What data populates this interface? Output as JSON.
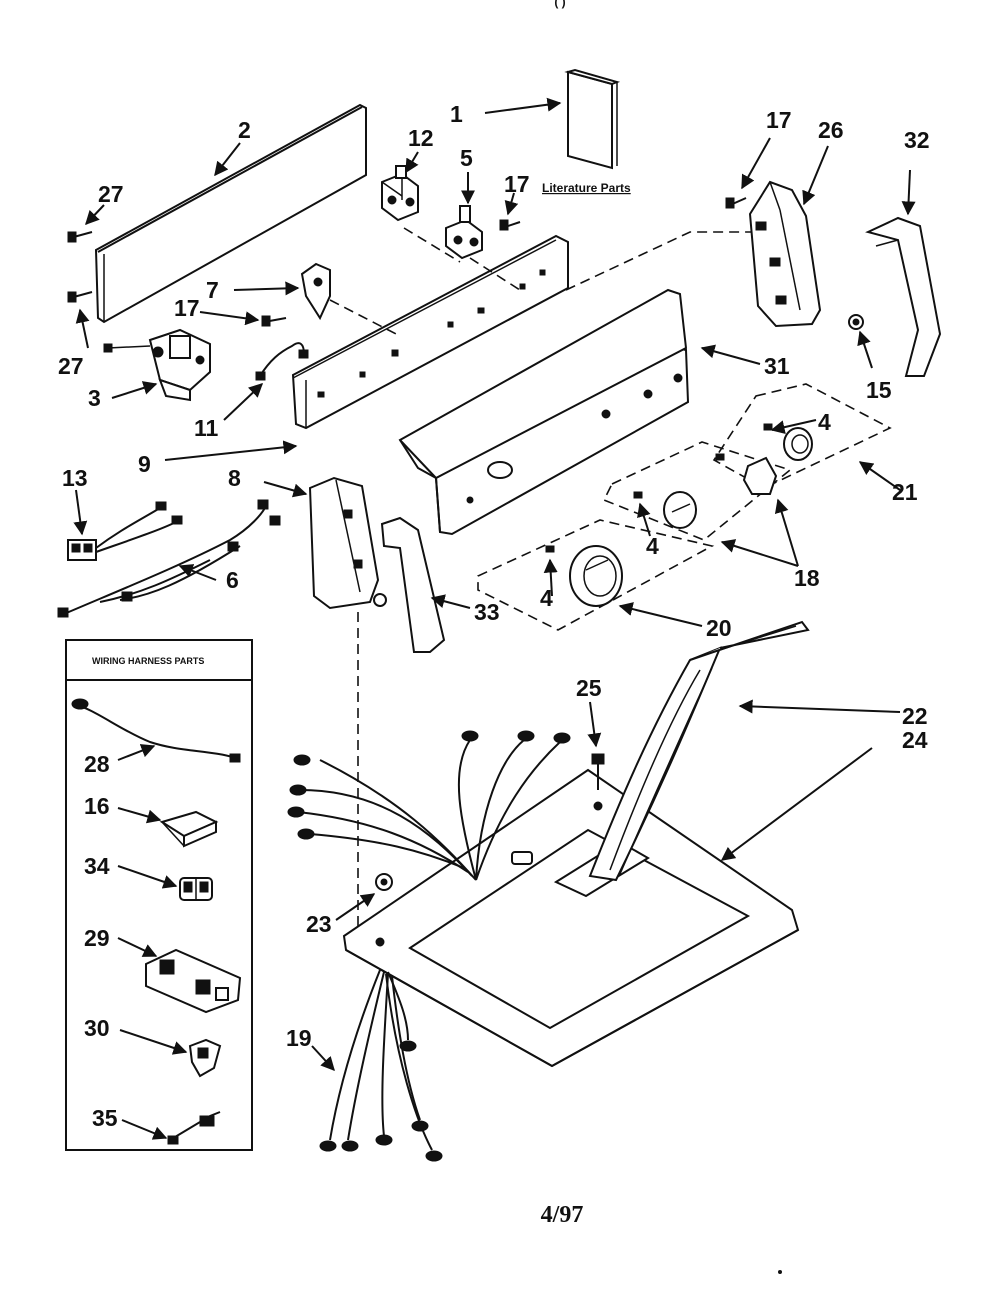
{
  "top_caption": "( )",
  "literature_label": "Literature Parts",
  "inset": {
    "title": "WIRING HARNESS PARTS"
  },
  "date": "4/97",
  "callouts": {
    "c1": "1",
    "c2": "2",
    "c3": "3",
    "c4a": "4",
    "c4b": "4",
    "c4c": "4",
    "c5": "5",
    "c6": "6",
    "c7": "7",
    "c8": "8",
    "c9": "9",
    "c11": "11",
    "c12": "12",
    "c13": "13",
    "c15": "15",
    "c16": "16",
    "c17a": "17",
    "c17b": "17",
    "c17c": "17",
    "c18": "18",
    "c19": "19",
    "c20": "20",
    "c21": "21",
    "c22": "22",
    "c23": "23",
    "c24": "24",
    "c25": "25",
    "c26": "26",
    "c27a": "27",
    "c27b": "27",
    "c28": "28",
    "c29": "29",
    "c30": "30",
    "c31": "31",
    "c32": "32",
    "c33": "33",
    "c34": "34",
    "c35": "35"
  }
}
